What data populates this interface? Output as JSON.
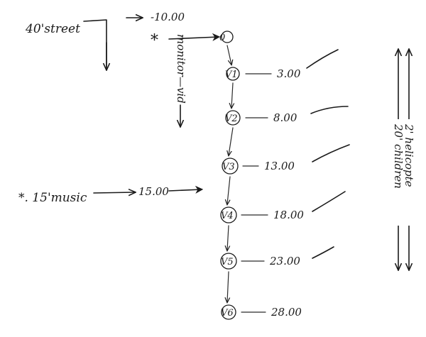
{
  "labels": {
    "street": "40'street",
    "street_time": "-10.00",
    "monitor_mark": "*",
    "monitor": "monitor—vid",
    "music": "*. 15'music",
    "music_time": "15.00",
    "children": "20' children",
    "helicopter": "2' helicopte"
  },
  "nodes": [
    {
      "id": "0",
      "label": "0",
      "time": ""
    },
    {
      "id": "v1",
      "label": "V1",
      "time": "3.00"
    },
    {
      "id": "v2",
      "label": "V2",
      "time": "8.00"
    },
    {
      "id": "v3",
      "label": "V3",
      "time": "13.00"
    },
    {
      "id": "v4",
      "label": "V4",
      "time": "18.00"
    },
    {
      "id": "v5",
      "label": "V5",
      "time": "23.00"
    },
    {
      "id": "v6",
      "label": "V6",
      "time": "28.00"
    }
  ]
}
